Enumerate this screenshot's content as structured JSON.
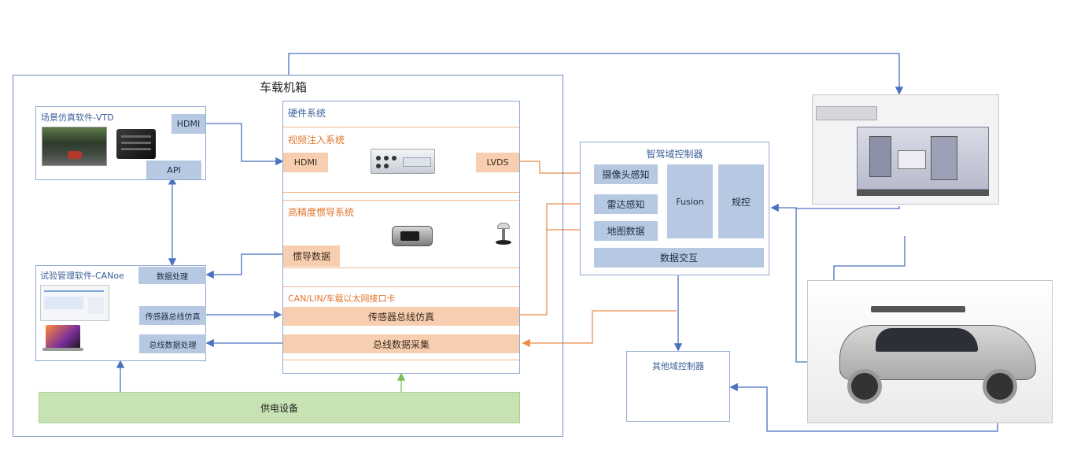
{
  "chassis": {
    "title": "车载机箱"
  },
  "vtd": {
    "title": "场景仿真软件-VTD",
    "hdmi": "HDMI",
    "api": "API"
  },
  "canoe": {
    "title": "试验管理软件-CANoe",
    "data_processing": "数据处理",
    "sensor_bus_sim": "传感器总线仿真",
    "bus_data_processing": "总线数据处理"
  },
  "hardware": {
    "title": "硬件系统",
    "video": {
      "title": "视频注入系统",
      "hdmi": "HDMI",
      "lvds": "LVDS"
    },
    "ins": {
      "title": "高精度惯导系统",
      "data": "惯导数据"
    },
    "can": {
      "title": "CAN/LIN/车载以太网接口卡",
      "sensor_bus_sim": "传感器总线仿真",
      "bus_data_collect": "总线数据采集"
    }
  },
  "power": {
    "label": "供电设备"
  },
  "adas": {
    "title": "智驾域控制器",
    "camera": "摄像头感知",
    "radar": "雷达感知",
    "map": "地图数据",
    "fusion": "Fusion",
    "planning": "规控",
    "data_exchange": "数据交互"
  },
  "other": {
    "title": "其他域控制器"
  },
  "colors": {
    "frame": "#6f8fb8",
    "blue_fill": "#b7c9e2",
    "orange_fill": "#f7cfb0",
    "orange_line": "#ee8a4a",
    "blue_line": "#4a72c0",
    "green_fill": "#c7e3b4",
    "green_line": "#7bbf5a"
  }
}
